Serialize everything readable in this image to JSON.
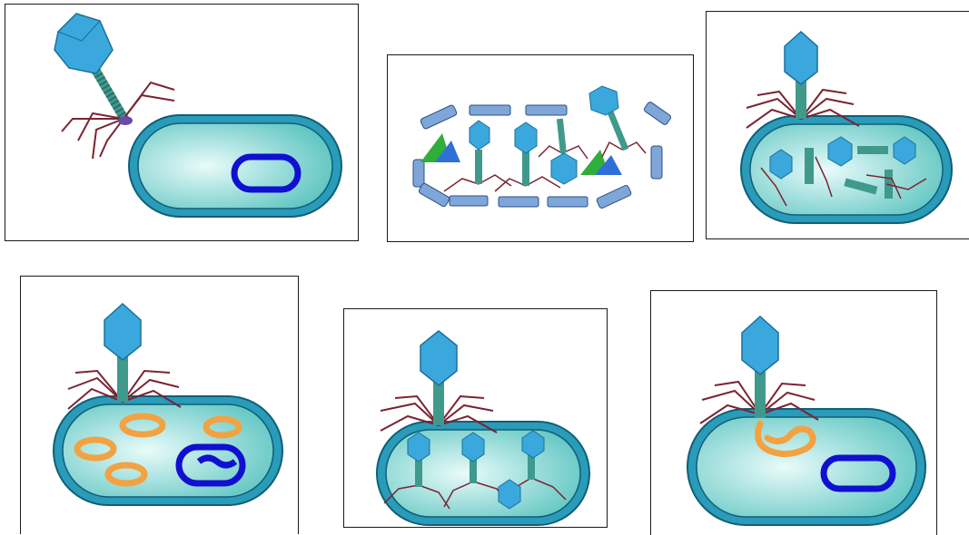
{
  "diagram": {
    "panels": [
      {
        "stage": "attachment"
      },
      {
        "stage": "lysis-release"
      },
      {
        "stage": "assembly"
      },
      {
        "stage": "replication"
      },
      {
        "stage": "maturation"
      },
      {
        "stage": "dna-injection"
      }
    ]
  },
  "colors": {
    "capsid": "#3aa8dc",
    "capsid_edge": "#1c6f9a",
    "tail": "#3f9a8c",
    "tail_fiber": "#7a2432",
    "cell_wall": "#2a9bb8",
    "cytoplasm": "#7fd3cf",
    "bacterial_dna": "#1010d0",
    "phage_dna": "#f2a242",
    "debris_blue": "#7fa6d8",
    "debris_green": "#2fae3a"
  }
}
